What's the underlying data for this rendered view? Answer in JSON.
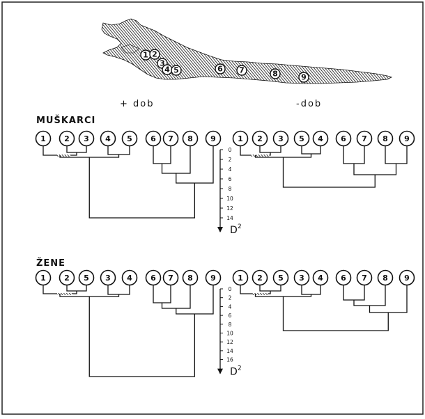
{
  "map": {
    "label_plus": "+ dob",
    "label_minus": "-dob",
    "sites": [
      "1",
      "2",
      "3",
      "4",
      "5",
      "6",
      "7",
      "8",
      "9"
    ]
  },
  "sections": [
    {
      "title": "MUŠKARCI",
      "axis_label": "D",
      "axis_exponent": "2",
      "axis_ticks": [
        "0",
        "2",
        "4",
        "6",
        "8",
        "10",
        "12",
        "14"
      ],
      "left_leaf_order": [
        "1",
        "2",
        "3",
        "4",
        "5",
        "6",
        "7",
        "8",
        "9"
      ],
      "right_leaf_order": [
        "1",
        "2",
        "3",
        "5",
        "4",
        "6",
        "7",
        "8",
        "9"
      ]
    },
    {
      "title": "ŽENE",
      "axis_label": "D",
      "axis_exponent": "2",
      "axis_ticks": [
        "0",
        "2",
        "4",
        "6",
        "8",
        "10",
        "12",
        "14",
        "16"
      ],
      "left_leaf_order": [
        "1",
        "2",
        "5",
        "3",
        "4",
        "6",
        "7",
        "8",
        "9"
      ],
      "right_leaf_order": [
        "1",
        "2",
        "5",
        "3",
        "4",
        "6",
        "7",
        "8",
        "9"
      ]
    }
  ],
  "colors": {
    "ink": "#111111",
    "paper": "#ffffff",
    "frame": "#222222"
  }
}
